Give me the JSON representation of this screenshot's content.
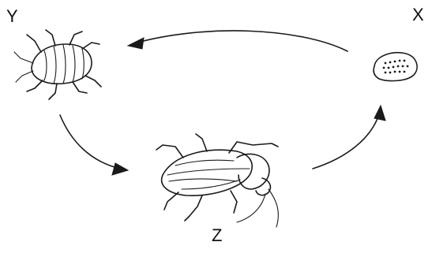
{
  "diagram": {
    "stages": [
      {
        "id": "x",
        "label": "X",
        "depicts": "egg-case"
      },
      {
        "id": "y",
        "label": "Y",
        "depicts": "nymph"
      },
      {
        "id": "z",
        "label": "Z",
        "depicts": "adult-cockroach"
      }
    ],
    "cycle_direction": "X → Y → Z → X",
    "ink_color": "#1a1a1a",
    "background_color": "#ffffff"
  }
}
